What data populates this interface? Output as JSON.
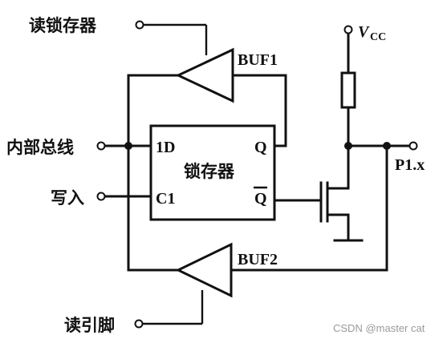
{
  "labels": {
    "read_latch": "读锁存器",
    "internal_bus": "内部总线",
    "write": "写入",
    "read_pin": "读引脚",
    "latch": "锁存器",
    "buf1": "BUF1",
    "buf2": "BUF2",
    "pin_1d": "1D",
    "pin_c1": "C1",
    "pin_q": "Q",
    "pin_qbar": "Q",
    "vcc_v": "V",
    "vcc_sub": "CC",
    "port_pin": "P1.x"
  },
  "watermark": "CSDN @master cat"
}
